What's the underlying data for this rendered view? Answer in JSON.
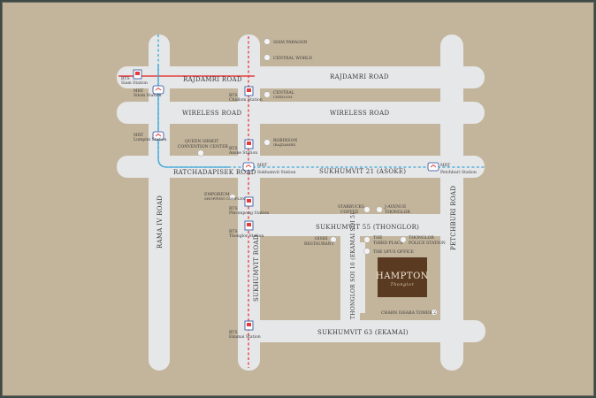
{
  "roads": {
    "rajdamri_left": "Rajdamri Road",
    "rajdamri_right": "Rajdamri Road",
    "wireless_left": "Wireless Road",
    "wireless_right": "Wireless Road",
    "ratchadapisek": "Ratchadapisek Road",
    "sukhumvit21": "Sukhumvit 21 (Asoke)",
    "sukhumvit55": "Sukhumvit 55 (Thonglor)",
    "sukhumvit63": "Sukhumvit 63 (Ekamai)",
    "rama4": "Rama IV Road",
    "sukhumvit": "Sukhumvit Road",
    "thonglor10": "Thonglor Soi 10 (Ekamai Soi 5)",
    "petchburi": "Petchburi Road"
  },
  "stations": {
    "bts_siam_1": "BTS",
    "bts_siam_2": "Siam Station",
    "mrt_siam_1": "MRT",
    "mrt_siam_2": "Silom Station",
    "bts_chidlom_1": "BTS",
    "bts_chidlom_2": "Chidlom Station",
    "mrt_lumpini_1": "MRT",
    "mrt_lumpini_2": "Lumpini Station",
    "bts_asoke_1": "BTS",
    "bts_asoke_2": "Asoke Station",
    "mrt_sukhumvit_1": "MRT",
    "mrt_sukhumvit_2": "Sukhumvit Station",
    "mrt_petchburi_1": "MRT",
    "mrt_petchburi_2": "Petchburi Station",
    "bts_phrompong_1": "BTS",
    "bts_phrompong_2": "Phrompong Station",
    "bts_thonglor_1": "BTS",
    "bts_thonglor_2": "Thonglor Station",
    "bts_ekamai_1": "BTS",
    "bts_ekamai_2": "Ekamai Station"
  },
  "pois": {
    "siam_paragon": "Siam Paragon",
    "central_world": "Central World",
    "central_chidlom_1": "Central",
    "central_chidlom_2": "Chidlom",
    "robinson_1": "Robinson",
    "robinson_2": "(Rajdamri)",
    "qsncc_1": "Queen Sirikit",
    "qsncc_2": "Convention Center",
    "emporium_1": "Emporium",
    "emporium_2": "Shopping Complex",
    "starbucks_1": "Starbucks",
    "starbucks_2": "Coffee",
    "avenue_1": "J-Avenue",
    "avenue_2": "Thonglor",
    "oishi_1": "Oishi",
    "oishi_2": "Restaurant",
    "third_place_1": "The",
    "third_place_2": "Third Place",
    "thonglor_police_1": "Thonglor",
    "thonglor_police_2": "Police Station",
    "opus": "The Opus Office",
    "charn": "Charn Issara Tower 2"
  },
  "hampton": {
    "name": "HAMPTON",
    "tagline": "Thonglor"
  },
  "colors": {
    "background": "#c3b59b",
    "road": "#e6e7e8",
    "bts_line": "#e33a3a",
    "mrt_line": "#3aa7d9",
    "hampton": "#5a3b22"
  }
}
